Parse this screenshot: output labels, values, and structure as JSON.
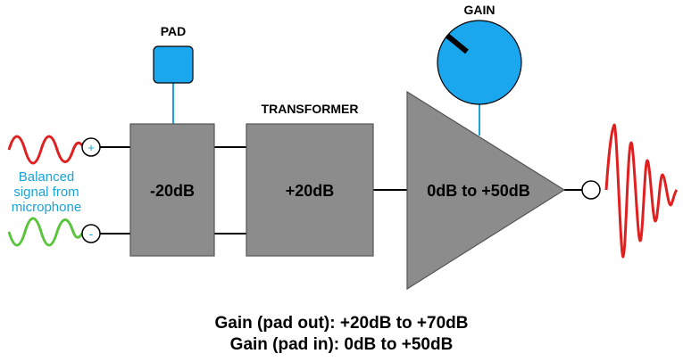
{
  "labels": {
    "pad": "PAD",
    "transformer": "TRANSFORMER",
    "gain": "GAIN",
    "pad_block": "-20dB",
    "transformer_block": "+20dB",
    "amp_block": "0dB to +50dB",
    "source_line1": "Balanced",
    "source_line2": "signal from",
    "source_line3": "microphone",
    "plus": "+",
    "minus": "-"
  },
  "captions": {
    "line1": "Gain (pad out): +20dB to +70dB",
    "line2": "Gain (pad in): 0dB to +50dB"
  },
  "colors": {
    "block_fill": "#8c8c8c",
    "accent_blue": "#1aa3d9",
    "knob_fill": "#1aa7ee",
    "signal_red": "#e02020",
    "signal_green": "#5ac43c"
  }
}
